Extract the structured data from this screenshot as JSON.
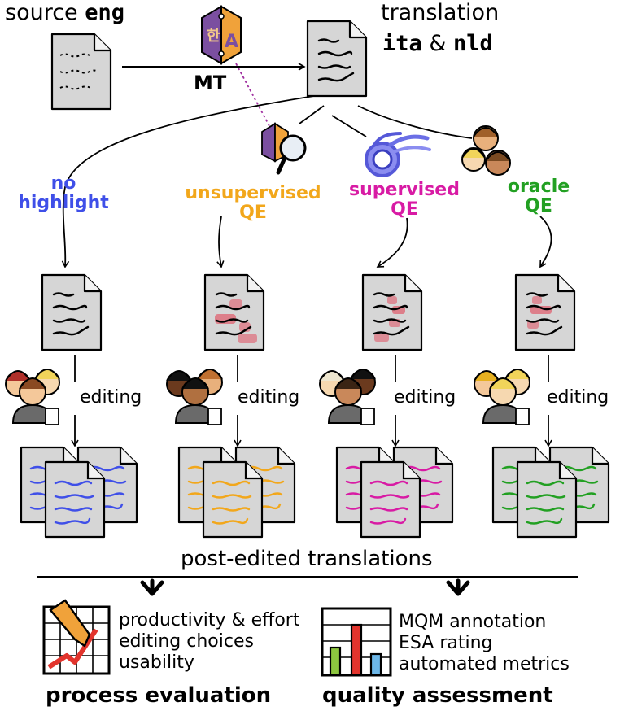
{
  "header": {
    "source_prefix": "source ",
    "source_lang": "eng",
    "mt_label": "MT",
    "translation_label": "translation",
    "target_lang_1": "ita",
    "target_amp": " & ",
    "target_lang_2": "nld"
  },
  "conditions": [
    {
      "line1": "no",
      "line2": "highlight",
      "color": "#3f4fe8"
    },
    {
      "line1": "unsupervised",
      "line2": "QE",
      "color": "#f2a71b"
    },
    {
      "line1": "supervised",
      "line2": "QE",
      "color": "#d81ba4"
    },
    {
      "line1": "oracle",
      "line2": "QE",
      "color": "#22a022"
    }
  ],
  "editing_label": "editing",
  "post_edited_label": "post-edited translations",
  "process": {
    "items": [
      "productivity & effort",
      "editing choices",
      "usability"
    ],
    "title": "process evaluation"
  },
  "quality": {
    "items": [
      "MQM annotation",
      "ESA rating",
      "automated metrics"
    ],
    "title": "quality assessment",
    "bar_colors": [
      "#8dc63f",
      "#e2342d",
      "#6db7e8"
    ]
  },
  "icons": [
    "document-icon",
    "mt-model-icon",
    "magnifier-icon",
    "comet-icon",
    "people-icon",
    "editors-icon",
    "chart-icon",
    "bar-chart-icon"
  ]
}
